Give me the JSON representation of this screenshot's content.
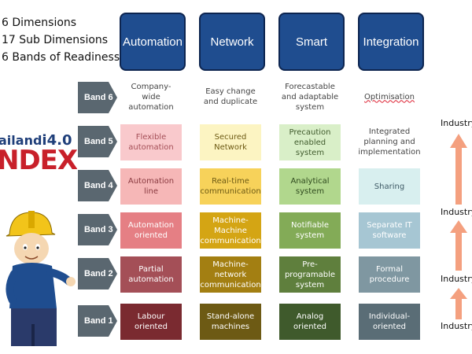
{
  "intro": [
    "6 Dimensions",
    "17 Sub Dimensions",
    "6 Bands of Readiness"
  ],
  "dimensions": [
    "Automation",
    "Network",
    "Smart",
    "Integration"
  ],
  "bands": [
    "Band 6",
    "Band 5",
    "Band 4",
    "Band 3",
    "Band 2",
    "Band 1"
  ],
  "grid": [
    [
      "Company-wide automation",
      "Easy change and duplicate",
      "Forecastable and adaptable system",
      "Optimisation"
    ],
    [
      "Flexible automation",
      "Secured Network",
      "Precaution enabled system",
      "Integrated planning and implementation"
    ],
    [
      "Automation line",
      "Real-time communication",
      "Analytical system",
      "Sharing"
    ],
    [
      "Automation oriented",
      "Machine-Machine communication",
      "Notifiable system",
      "Separate IT software"
    ],
    [
      "Partial automation",
      "Machine-network communication",
      "Pre-programable system",
      "Formal procedure"
    ],
    [
      "Labour oriented",
      "Stand-alone machines",
      "Analog oriented",
      "Individual-oriented"
    ]
  ],
  "logo": {
    "part1": "ailand",
    "part2": "i4.0",
    "part3": "NDEX"
  },
  "industry_labels": [
    "Industry",
    "Industry",
    "Industry",
    "Industry"
  ],
  "colors": {
    "header": "#1f4d8f",
    "band": "#5a6770",
    "arrow": "#f4a07f",
    "automation": [
      "#ffffff",
      "#f9c9cc",
      "#f6b7b7",
      "#e57f84",
      "#a44f57",
      "#7a2a30"
    ],
    "network": [
      "#ffffff",
      "#fcf4c2",
      "#f7d25a",
      "#d4a514",
      "#a37f12",
      "#6d5a14"
    ],
    "smart": [
      "#ffffff",
      "#d9efc8",
      "#b1d78d",
      "#83ab57",
      "#5f7f3d",
      "#3f5a2c"
    ],
    "integration": [
      "#ffffff",
      "#ffffff",
      "#d8efef",
      "#a6c6d3",
      "#7f97a1",
      "#5a6d76"
    ]
  }
}
